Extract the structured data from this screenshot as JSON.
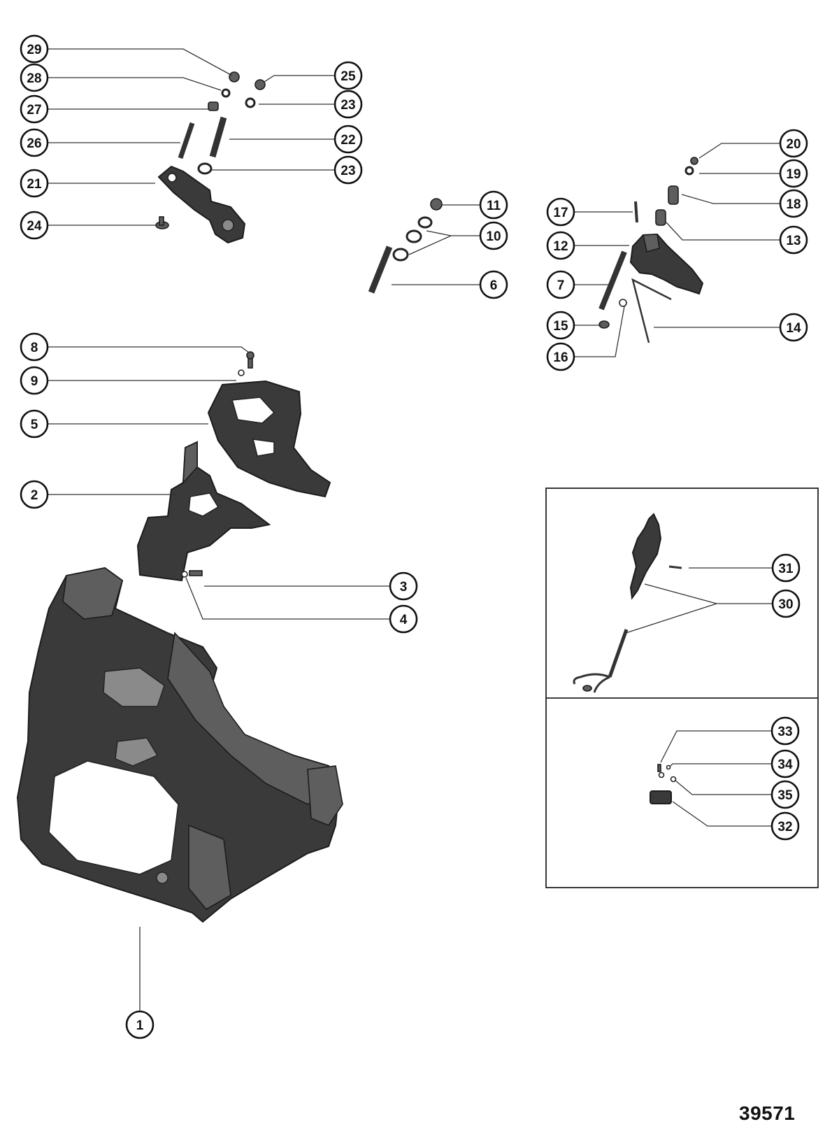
{
  "drawing_number": "39571",
  "callouts": [
    "29",
    "28",
    "27",
    "26",
    "21",
    "24",
    "25",
    "23",
    "22",
    "23",
    "11",
    "10",
    "6",
    "17",
    "12",
    "7",
    "15",
    "16",
    "20",
    "19",
    "18",
    "13",
    "14",
    "8",
    "9",
    "5",
    "2",
    "3",
    "4",
    "1",
    "31",
    "30",
    "33",
    "34",
    "35",
    "32"
  ]
}
